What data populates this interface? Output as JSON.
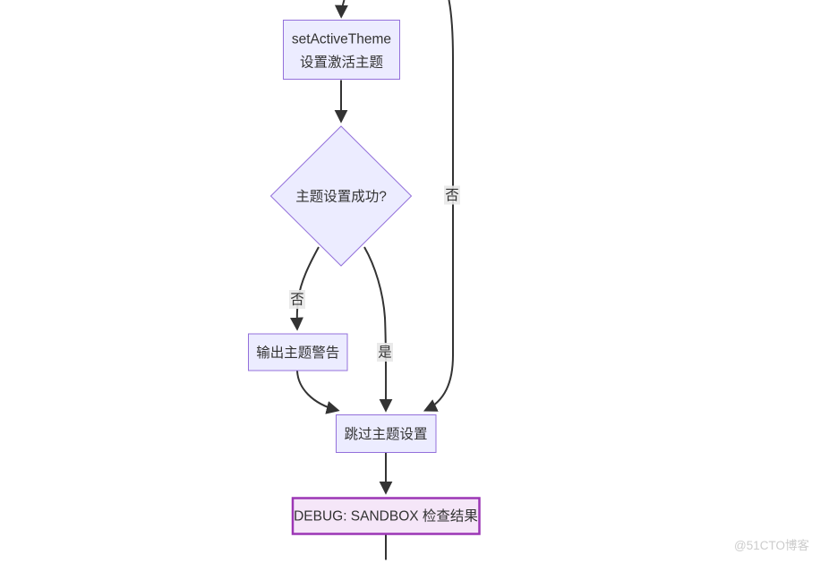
{
  "diagram": {
    "type": "flowchart",
    "nodes": {
      "set_active_theme": {
        "label_en": "setActiveTheme",
        "label_zh": "设置激活主题"
      },
      "theme_success_decision": {
        "label": "主题设置成功?"
      },
      "warn_output": {
        "label": "输出主题警告"
      },
      "skip_theme": {
        "label": "跳过主题设置"
      },
      "debug_result": {
        "label": "DEBUG: SANDBOX 检查结果"
      }
    },
    "edge_labels": {
      "no_right": "否",
      "no_left": "否",
      "yes": "是"
    },
    "colors": {
      "node_fill": "#ECECFF",
      "node_border": "#9370DB",
      "edge_line": "#333333",
      "edge_label_bg": "#e8e8e8",
      "debug_fill": "#f5e6f8",
      "debug_border": "#9c36b5",
      "text": "#333333",
      "watermark": "#cccccc"
    }
  },
  "watermark": {
    "text": "@51CTO博客"
  }
}
